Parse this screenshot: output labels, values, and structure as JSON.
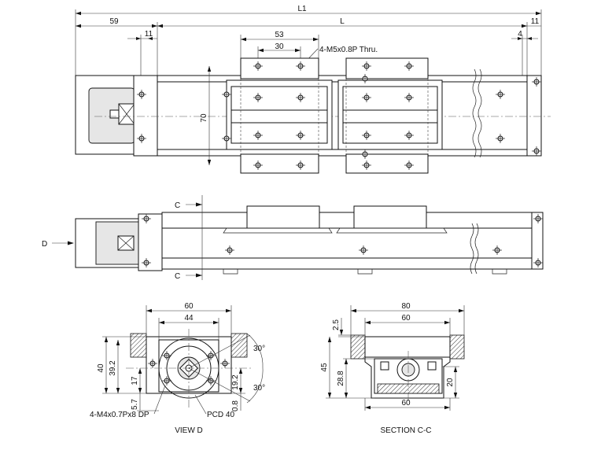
{
  "top_view": {
    "dims": {
      "overall_length": "L1",
      "length": "L",
      "left_offset": "59",
      "left_gap": "11",
      "right_gap": "11",
      "right_small": "4",
      "carriage_width": "53",
      "carriage_hole_pitch": "30",
      "height": "70"
    },
    "notes": {
      "carriage_holes": "4-M5x0.8P Thru."
    }
  },
  "side_view": {
    "section_marker": "C",
    "view_marker": "D"
  },
  "view_d": {
    "caption": "VIEW D",
    "dims": {
      "width_outer": "60",
      "width_inner": "44",
      "height": "40",
      "height_inner": "39.2",
      "offset_17": "17",
      "offset_5_7": "5.7",
      "offset_19_2": "19.2",
      "offset_0_8": "0.8",
      "angle_top": "30°",
      "angle_bottom": "30°"
    },
    "notes": {
      "holes": "4-M4x0.7Px8 DP",
      "pcd": "PCD 40"
    }
  },
  "section_cc": {
    "caption": "SECTION C-C",
    "dims": {
      "width_outer": "80",
      "width_top": "60",
      "width_bottom": "60",
      "top_offset": "2.5",
      "height": "45",
      "height_inner": "28.8",
      "right_height": "20"
    }
  }
}
